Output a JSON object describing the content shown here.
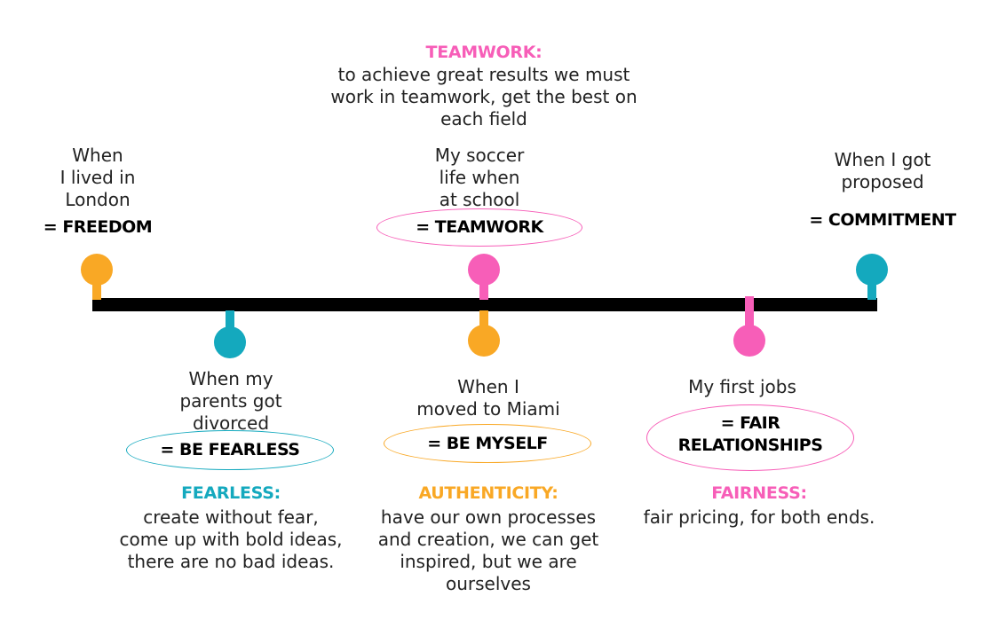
{
  "colors": {
    "orange": "#F9A825",
    "pink": "#F75EB8",
    "teal": "#14A9BE",
    "black": "#000000"
  },
  "teamwork_note": {
    "heading": "TEAMWORK:",
    "text": "to achieve great results we must\nwork in teamwork, get the best on\neach field"
  },
  "milestones": {
    "london": {
      "text": "When\nI lived in\nLondon",
      "value": "= FREEDOM"
    },
    "divorce": {
      "text": "When my\nparents got\ndivorced",
      "value": "= BE FEARLESS"
    },
    "soccer": {
      "text": "My soccer\nlife when\nat school",
      "value": "= TEAMWORK"
    },
    "miami": {
      "text": "When I\nmoved to Miami",
      "value": "= BE MYSELF"
    },
    "jobs": {
      "text": "My first jobs",
      "value": "= FAIR\nRELATIONSHIPS"
    },
    "proposed": {
      "text": "When I got\nproposed",
      "value": "= COMMITMENT"
    }
  },
  "values_notes": {
    "fearless": {
      "heading": "FEARLESS:",
      "text": "create without fear,\ncome up with bold ideas,\nthere are no bad ideas."
    },
    "authenticity": {
      "heading": "AUTHENTICITY:",
      "text": "have our own processes\nand creation, we can get\ninspired, but we are\nourselves"
    },
    "fairness": {
      "heading": "FAIRNESS:",
      "text": "fair pricing, for both ends."
    }
  }
}
